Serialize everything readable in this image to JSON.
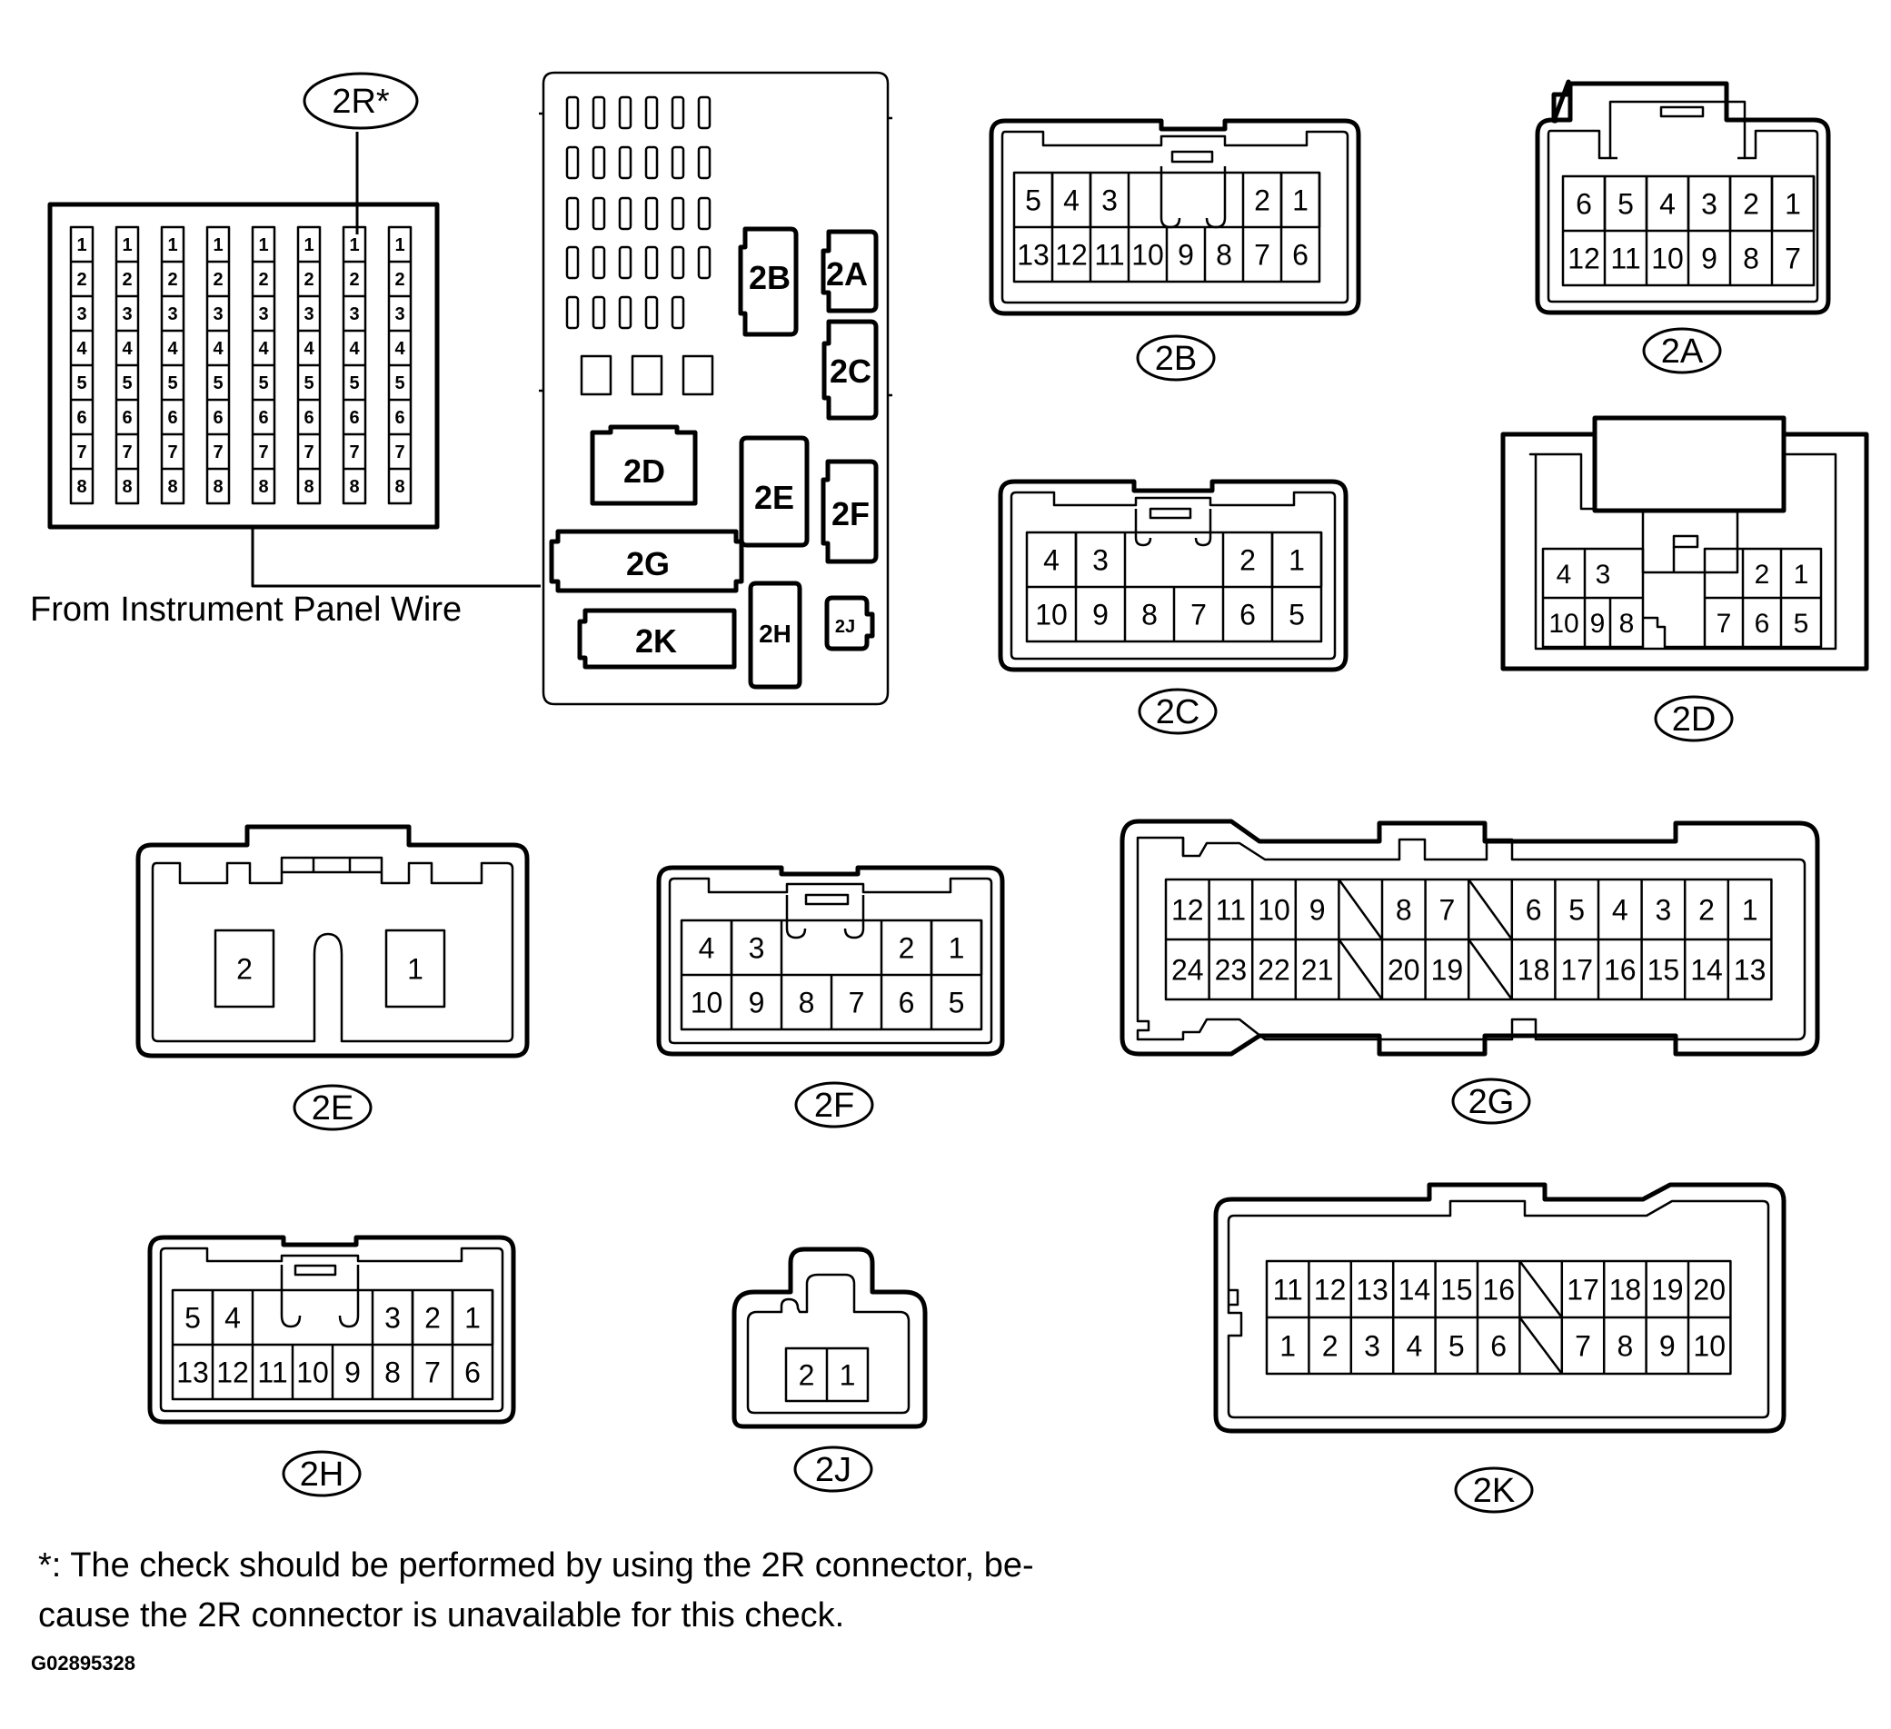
{
  "labels": {
    "c2R": "2R*",
    "c2A": "2A",
    "c2B": "2B",
    "c2C": "2C",
    "c2D": "2D",
    "c2E": "2E",
    "c2F": "2F",
    "c2G": "2G",
    "c2H": "2H",
    "c2J": "2J",
    "c2K": "2K"
  },
  "from_text": "From Instrument Panel Wire",
  "footnote": {
    "line1": "*: The check should be performed by using the 2R connector, be-",
    "line2": "cause the 2R connector is unavailable for this check."
  },
  "figure_code": "G02895328",
  "pins": {
    "c2R_column": [
      "1",
      "2",
      "3",
      "4",
      "5",
      "6",
      "7",
      "8"
    ],
    "c2B": {
      "top": [
        "5",
        "4",
        "3",
        "2",
        "1"
      ],
      "bottom": [
        "13",
        "12",
        "11",
        "10",
        "9",
        "8",
        "7",
        "6"
      ]
    },
    "c2A": {
      "top": [
        "6",
        "5",
        "4",
        "3",
        "2",
        "1"
      ],
      "bottom": [
        "12",
        "11",
        "10",
        "9",
        "8",
        "7"
      ]
    },
    "c2C": {
      "top": [
        "4",
        "3",
        "2",
        "1"
      ],
      "bottom": [
        "10",
        "9",
        "8",
        "7",
        "6",
        "5"
      ]
    },
    "c2D": {
      "top": [
        "4",
        "3",
        "2",
        "1"
      ],
      "bottom": [
        "10",
        "9",
        "8",
        "7",
        "6",
        "5"
      ]
    },
    "c2E": [
      "2",
      "1"
    ],
    "c2F": {
      "top": [
        "4",
        "3",
        "2",
        "1"
      ],
      "bottom": [
        "10",
        "9",
        "8",
        "7",
        "6",
        "5"
      ]
    },
    "c2G": {
      "top": [
        "12",
        "11",
        "10",
        "9",
        "8",
        "7",
        "6",
        "5",
        "4",
        "3",
        "2",
        "1"
      ],
      "bottom": [
        "24",
        "23",
        "22",
        "21",
        "20",
        "19",
        "18",
        "17",
        "16",
        "15",
        "14",
        "13"
      ]
    },
    "c2H": {
      "top": [
        "5",
        "4",
        "3",
        "2",
        "1"
      ],
      "bottom": [
        "13",
        "12",
        "11",
        "10",
        "9",
        "8",
        "7",
        "6"
      ]
    },
    "c2J": [
      "2",
      "1"
    ],
    "c2K": {
      "top": [
        "11",
        "12",
        "13",
        "14",
        "15",
        "16",
        "17",
        "18",
        "19",
        "20"
      ],
      "bottom": [
        "1",
        "2",
        "3",
        "4",
        "5",
        "6",
        "7",
        "8",
        "9",
        "10"
      ]
    }
  }
}
